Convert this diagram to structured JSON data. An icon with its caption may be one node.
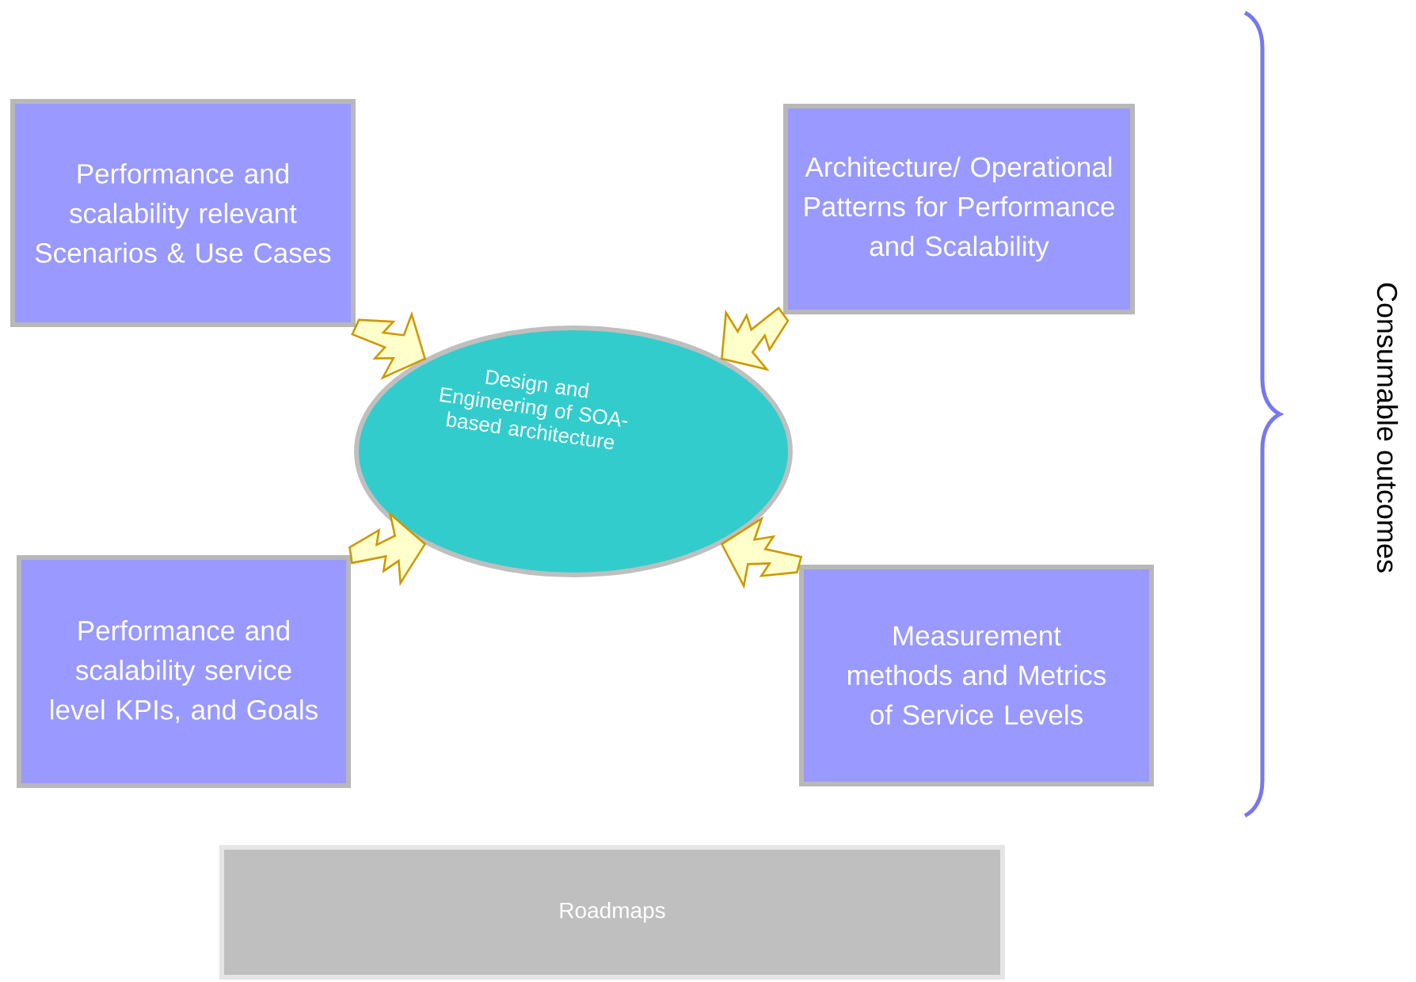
{
  "diagram": {
    "nodes": [
      {
        "text": [
          "Performance and scalability relevant Scenarios & Use Cases"
        ]
      },
      {
        "text": [
          "Architecture/ Operational Patterns for Performance and Scalability"
        ]
      },
      {
        "text": [
          "Design and Engineering of SOA-based architecture"
        ]
      },
      {
        "text": [
          "Performance and scalability service level KPIs, and Goals"
        ]
      },
      {
        "text": [
          "Measurement methods and Metrics of Service Levels"
        ]
      },
      {
        "text": [
          "Roadmaps"
        ]
      }
    ],
    "edges": [
      {
        "from": 0,
        "to": 2,
        "arrow": "to",
        "color": "#cc9900"
      },
      {
        "from": 1,
        "to": 2,
        "arrow": "to",
        "color": "#cc9900"
      },
      {
        "from": 3,
        "to": 2,
        "arrow": "to",
        "color": "#cc9900"
      },
      {
        "from": 4,
        "to": 2,
        "arrow": "to",
        "color": "#cc9900"
      }
    ],
    "labels": [
      "Consumable outcomes"
    ]
  }
}
